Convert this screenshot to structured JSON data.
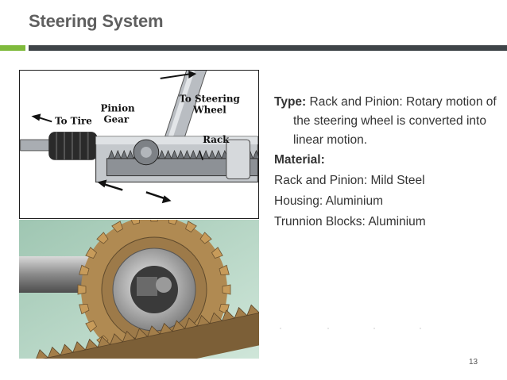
{
  "slide": {
    "title": "Steering System",
    "page_number": "13"
  },
  "diagram": {
    "labels": {
      "to_tire": "To Tire",
      "pinion_gear_1": "Pinion",
      "pinion_gear_2": "Gear",
      "to_steering_1": "To Steering",
      "to_steering_2": "Wheel",
      "rack": "Rack"
    }
  },
  "content": {
    "type_label": "Type:",
    "type_text": " Rack and Pinion: Rotary motion of the steering wheel is converted into linear motion.",
    "material_label": "Material:",
    "items": [
      "Rack and Pinion: Mild Steel",
      "Housing: Aluminium",
      "Trunnion Blocks: Aluminium"
    ]
  },
  "colors": {
    "accent_green": "#7fba3c",
    "bar_dark": "#3f4448",
    "title_gray": "#5f5f5f"
  }
}
